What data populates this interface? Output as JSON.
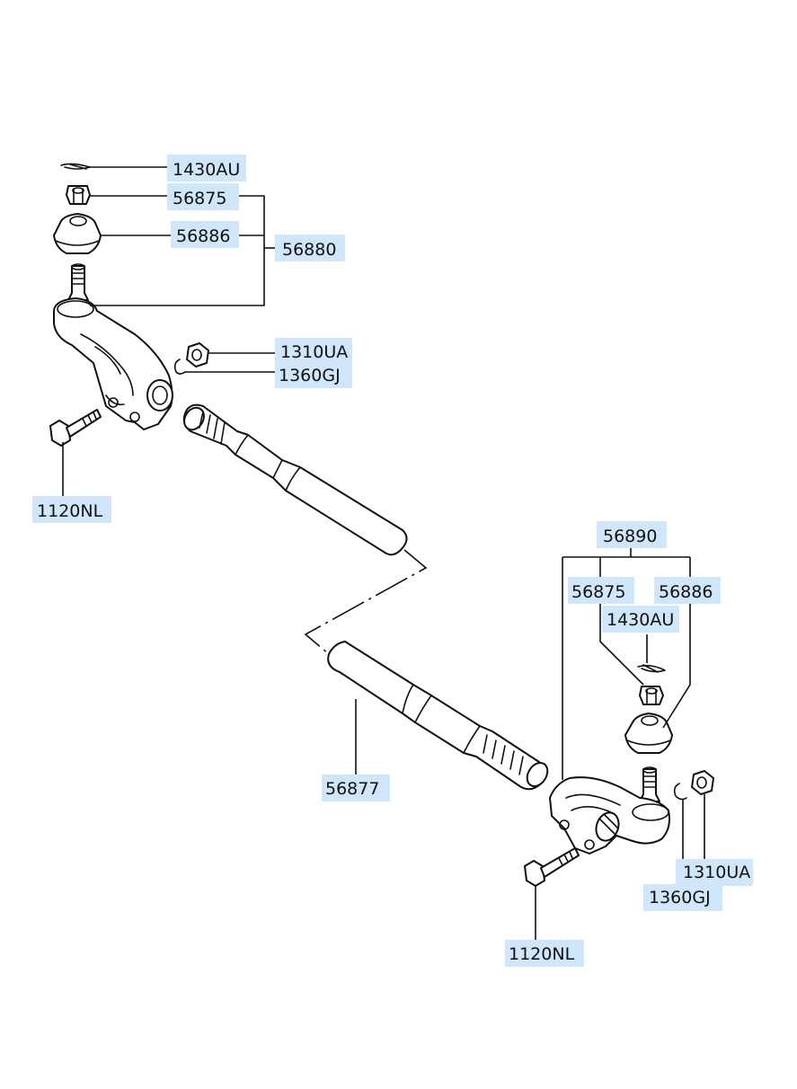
{
  "labels": {
    "cotter_pin_left": "1430AU",
    "nut_left": "56875",
    "boot_left": "56886",
    "tie_rod_end_left": "56880",
    "lock_nut_left": "1310UA",
    "washer_left": "1360GJ",
    "bolt_left": "1120NL",
    "tie_rod_end_right": "56890",
    "nut_right": "56875",
    "boot_right": "56886",
    "cotter_pin_right": "1430AU",
    "tube": "56877",
    "lock_nut_right": "1310UA",
    "washer_right": "1360GJ",
    "bolt_right": "1120NL"
  },
  "colors": {
    "label_bg": "#cfe6fb",
    "line": "#111111"
  }
}
